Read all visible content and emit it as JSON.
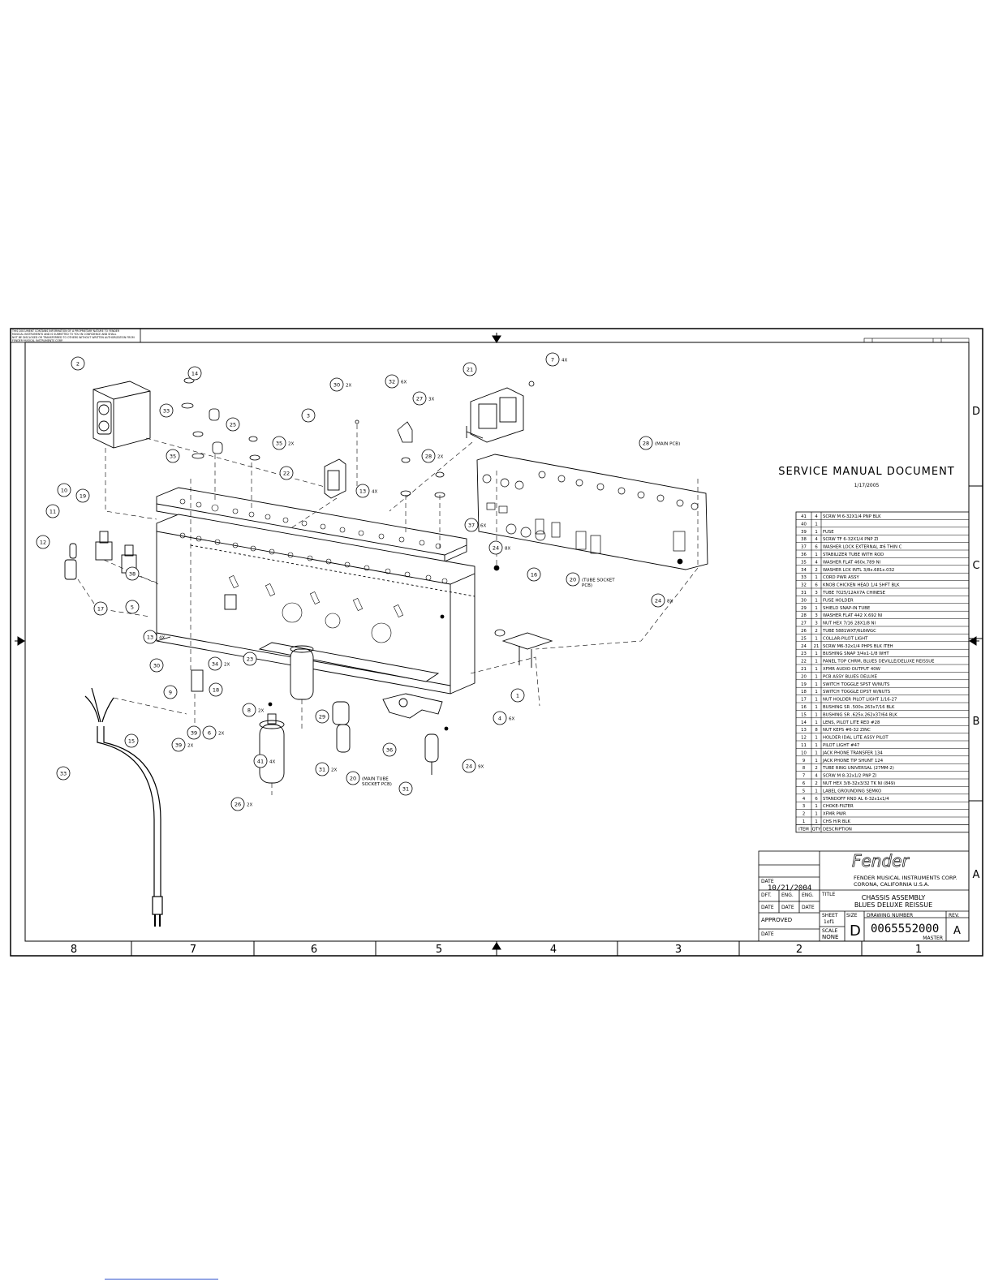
{
  "header": {
    "confidentiality": [
      "THIS DOCUMENT CONTAINS INFORMATION OF A PROPRIETARY NATURE TO FENDER",
      "MUSICAL INSTRUMENTS AND IS SUBMITTED TO YOU IN CONFIDENCE AND SHALL",
      "NOT BE DISCLOSED OR TRANSFERRED TO OTHERS WITHOUT WRITTEN AUTHORIZATION FROM",
      "FENDER MUSICAL INSTRUMENTS CORP."
    ]
  },
  "document": {
    "title": "SERVICE MANUAL DOCUMENT",
    "date": "1/17/2005"
  },
  "zones": {
    "columns": [
      "8",
      "7",
      "6",
      "5",
      "4",
      "3",
      "2",
      "1"
    ],
    "rows": [
      "D",
      "C",
      "B",
      "A"
    ]
  },
  "callouts": [
    {
      "n": "2",
      "q": ""
    },
    {
      "n": "14",
      "q": ""
    },
    {
      "n": "25",
      "q": ""
    },
    {
      "n": "33",
      "q": ""
    },
    {
      "n": "35",
      "q": ""
    },
    {
      "n": "35",
      "q": "2X"
    },
    {
      "n": "22",
      "q": ""
    },
    {
      "n": "30",
      "q": "2X"
    },
    {
      "n": "3",
      "q": ""
    },
    {
      "n": "13",
      "q": "4X"
    },
    {
      "n": "32",
      "q": "6X"
    },
    {
      "n": "27",
      "q": "3X"
    },
    {
      "n": "28",
      "q": "2X"
    },
    {
      "n": "21",
      "q": ""
    },
    {
      "n": "7",
      "q": "4X"
    },
    {
      "n": "28",
      "q": "(MAIN PCB)"
    },
    {
      "n": "37",
      "q": "6X"
    },
    {
      "n": "24",
      "q": "8X"
    },
    {
      "n": "24",
      "q": "8X"
    },
    {
      "n": "20",
      "q": "(TUBE SOCKET PCB)"
    },
    {
      "n": "16",
      "q": ""
    },
    {
      "n": "10",
      "q": ""
    },
    {
      "n": "19",
      "q": ""
    },
    {
      "n": "11",
      "q": ""
    },
    {
      "n": "12",
      "q": ""
    },
    {
      "n": "17",
      "q": ""
    },
    {
      "n": "5",
      "q": ""
    },
    {
      "n": "38",
      "q": ""
    },
    {
      "n": "13",
      "q": "4X"
    },
    {
      "n": "30",
      "q": ""
    },
    {
      "n": "9",
      "q": ""
    },
    {
      "n": "34",
      "q": "2X"
    },
    {
      "n": "18",
      "q": ""
    },
    {
      "n": "23",
      "q": ""
    },
    {
      "n": "39",
      "q": ""
    },
    {
      "n": "1",
      "q": ""
    },
    {
      "n": "4",
      "q": "6X"
    },
    {
      "n": "8",
      "q": "2X"
    },
    {
      "n": "36",
      "q": ""
    },
    {
      "n": "29",
      "q": ""
    },
    {
      "n": "31",
      "q": "2X"
    },
    {
      "n": "6",
      "q": "2X"
    },
    {
      "n": "41",
      "q": "4X"
    },
    {
      "n": "26",
      "q": "2X"
    },
    {
      "n": "24",
      "q": "9X"
    },
    {
      "n": "31",
      "q": ""
    },
    {
      "n": "15",
      "q": ""
    },
    {
      "n": "33",
      "q": ""
    },
    {
      "n": "20",
      "q": "(MAIN TUBE SOCKET PCB)"
    },
    {
      "n": "39",
      "q": "2X"
    }
  ],
  "bom": {
    "header": {
      "item": "ITEM",
      "qty": "QTY",
      "description": "DESCRIPTION"
    },
    "rows": [
      [
        "41",
        "4",
        "SCRW M 6-32X1/4 PNP BLK"
      ],
      [
        "40",
        "1",
        ""
      ],
      [
        "39",
        "1",
        "FUSE"
      ],
      [
        "38",
        "4",
        "SCRW TF 6-32X1/4 PNP ZI"
      ],
      [
        "37",
        "6",
        "WASHER LOCK EXTERNAL #6 THIN C"
      ],
      [
        "36",
        "1",
        "STABILIZER TUBE WITH ROD"
      ],
      [
        "35",
        "4",
        "WASHER FLAT 460x.789 NI"
      ],
      [
        "34",
        "2",
        "WASHER LCK INTL 3/8x.681x.032"
      ],
      [
        "33",
        "1",
        "CORD PWR ASSY"
      ],
      [
        "32",
        "6",
        "KNOB CHICKEN HEAD 1/4 SHFT BLK"
      ],
      [
        "31",
        "3",
        "TUBE 7025/12AX7A CHINESE"
      ],
      [
        "30",
        "1",
        "FUSE HOLDER"
      ],
      [
        "29",
        "1",
        "SHIELD SNAP-IN TUBE"
      ],
      [
        "28",
        "3",
        "WASHER FLAT 442 X.692 NI"
      ],
      [
        "27",
        "3",
        "NUT HEX 7/16 28X1/8 NI"
      ],
      [
        "26",
        "2",
        "TUBE 5881WXT/6L6WGC"
      ],
      [
        "25",
        "1",
        "COLLAR-PILOT LIGHT"
      ],
      [
        "24",
        "21",
        "SCRW M6-32x1/4 PHPS BLK ITEH"
      ],
      [
        "23",
        "1",
        "BUSHING SNAP 3/4x1-1/8 WHT"
      ],
      [
        "22",
        "1",
        "PANEL TOP CHRM, BLUES DEVILLE/DELUXE REISSUE"
      ],
      [
        "21",
        "1",
        "XFMR AUDIO OUTPUT 40W"
      ],
      [
        "20",
        "1",
        "PCB ASSY BLUES DELUXE"
      ],
      [
        "19",
        "1",
        "SWITCH TOGGLE SPST W/NUTS"
      ],
      [
        "18",
        "1",
        "SWITCH TOGGLE DPST W/NUTS"
      ],
      [
        "17",
        "1",
        "NUT HOLDER PILOT LIGHT 1/16-27"
      ],
      [
        "16",
        "1",
        "BUSHING SR .500x.263x7/16 BLK"
      ],
      [
        "15",
        "1",
        "BUSHING SR .625x.262x37/64 BLK"
      ],
      [
        "14",
        "1",
        "LENS, PILOT LITE RED #28"
      ],
      [
        "13",
        "8",
        "NUT KEPS #6-32 ZINC"
      ],
      [
        "12",
        "1",
        "HOLDER IDAL LITE ASSY PILOT"
      ],
      [
        "11",
        "1",
        "PILOT LIGHT #47"
      ],
      [
        "10",
        "1",
        "JACK PHONE TRANSFER 134"
      ],
      [
        "9",
        "1",
        "JACK PHONE TIP SHUNT 124"
      ],
      [
        "8",
        "2",
        "TUBE RING UNIVERSAL (27MM-2)"
      ],
      [
        "7",
        "4",
        "SCRW M 8-32x1/2 PNP ZI"
      ],
      [
        "6",
        "2",
        "NUT HEX 3/8-32x3/32 TK NI (849)"
      ],
      [
        "5",
        "1",
        "LABEL GROUNDING SEMKO"
      ],
      [
        "4",
        "6",
        "STANDOFF RND AL 6-32x1x1/4"
      ],
      [
        "3",
        "1",
        "CHOKE-FILTER"
      ],
      [
        "2",
        "1",
        "XFMR PWR"
      ],
      [
        "1",
        "1",
        "CHS H/R BLK"
      ]
    ]
  },
  "titleblock": {
    "company_line1": "FENDER MUSICAL INSTRUMENTS CORP.",
    "company_line2": "CORONA, CALIFORNIA    U.S.A.",
    "logo_text": "Fender",
    "date_label": "DATE",
    "date_value": "10/21/2004",
    "dft": "DFT.",
    "eng1": "ENG.",
    "eng2": "ENG.",
    "date2": "DATE",
    "date3": "DATE",
    "date4": "DATE",
    "approved": "APPROVED",
    "date5": "DATE",
    "title_label": "TITLE",
    "title_line1": "CHASSIS ASSEMBLY",
    "title_line2": "BLUES DELUXE REISSUE",
    "sheet_label": "SHEET",
    "sheet_value": "1of1",
    "size_label": "SIZE",
    "size_value": "D",
    "drawing_label": "DRAWING NUMBER",
    "drawing_value": "0065552000",
    "master": "MASTER",
    "rev_label": "REV.",
    "rev_value": "A",
    "scale_label": "SCALE",
    "scale_value": "NONE"
  }
}
